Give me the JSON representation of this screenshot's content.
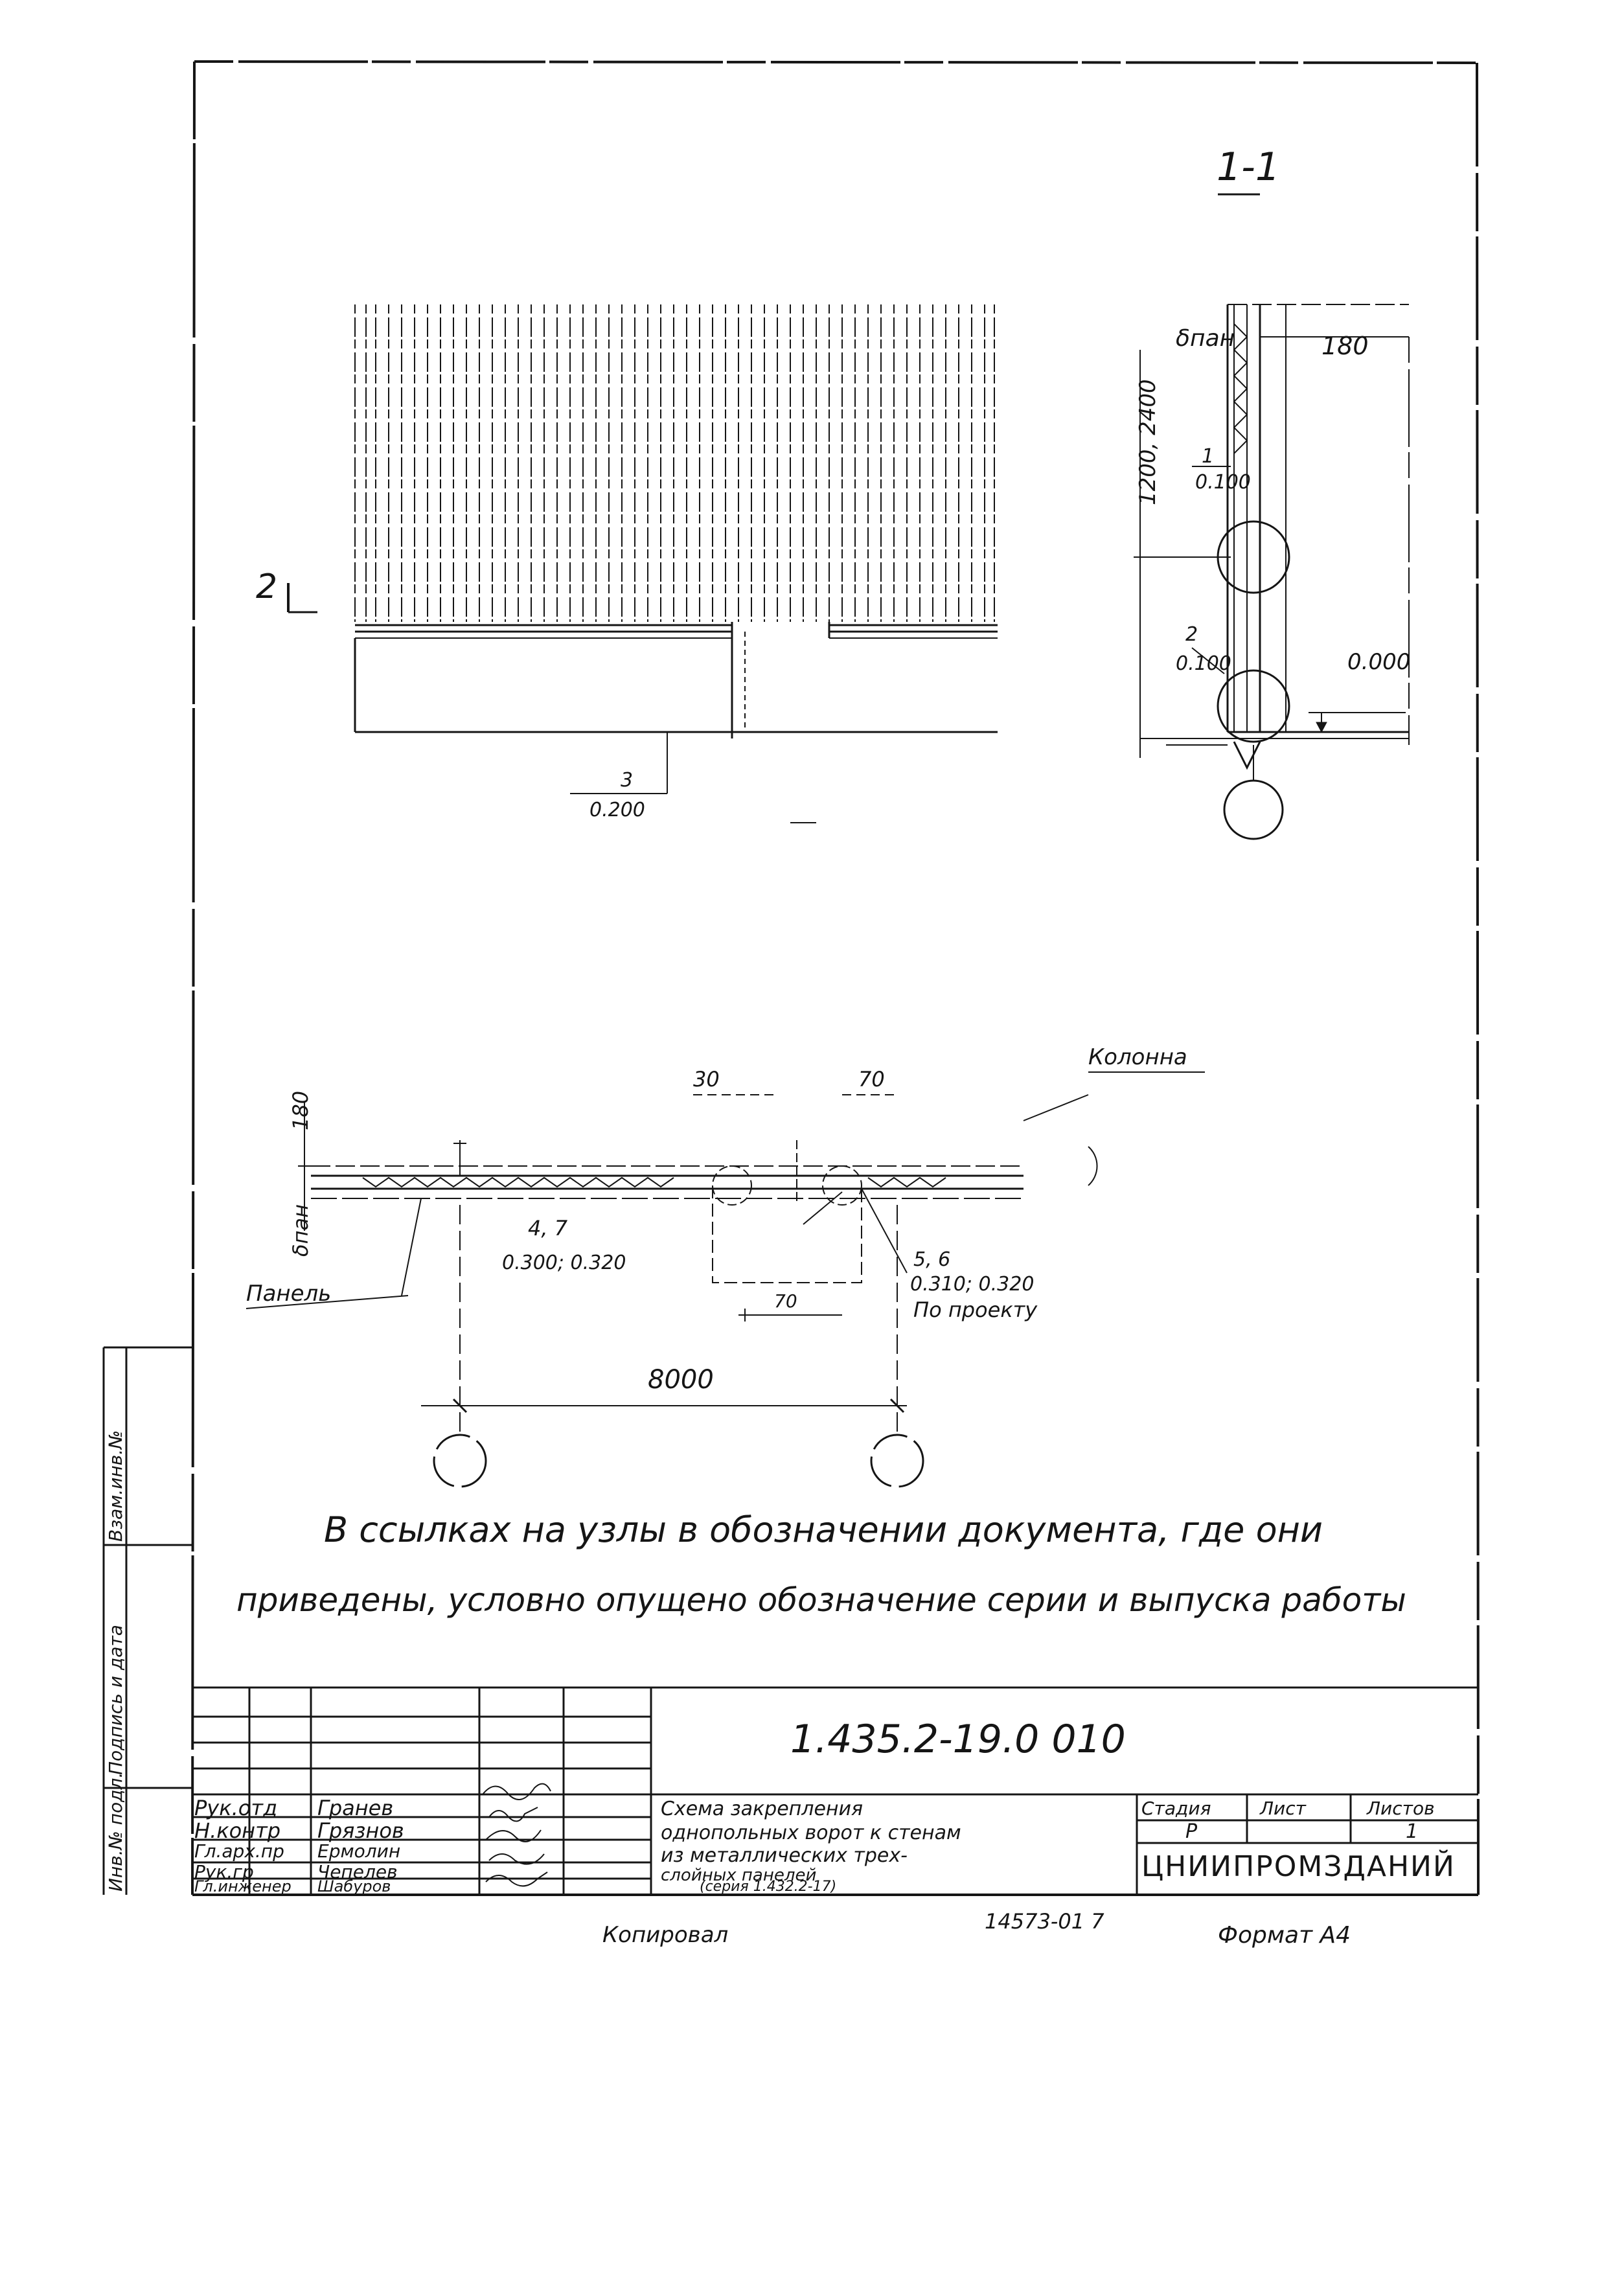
{
  "section_label": "1-1",
  "section_ref_2": "2",
  "elevation": {
    "callout_num": "3",
    "callout_sheet": "0.200"
  },
  "section_detail": {
    "panel_thickness": "δпан",
    "dim_180": "180",
    "dim_2400": "1200, 2400",
    "callout1_num": "1",
    "callout1_sheet": "0.100",
    "callout2_num": "2",
    "callout2_sheet": "0.100",
    "level_zero": "0.000"
  },
  "plan_detail": {
    "dim_180": "180",
    "panel_thickness": "δпан",
    "label_30": "30",
    "label_70": "70",
    "column_label": "Колонна",
    "callout_a_num": "4, 7",
    "callout_a_sheet": "0.300; 0.320",
    "callout_b_num": "5, 6",
    "callout_b_sheet": "0.310; 0.320",
    "by_project": "По проекту",
    "panel_label": "Панель",
    "dim_70": "70",
    "span_8000": "8000"
  },
  "note_line_1": "В ссылках на узлы в обозначении документа, где они",
  "note_line_2": "приведены, условно опущено обозначение серии и выпуска работы",
  "title_block": {
    "doc_code": "1.435.2-19.0 010",
    "roles": [
      "Рук.отд",
      "Н.контр",
      "Гл.арх.пр",
      "Рук.гр",
      "Гл.инженер"
    ],
    "names": [
      "Гранев",
      "Грязнов",
      "Ермолин",
      "Чепелев",
      "Шабуров"
    ],
    "title_lines": [
      "Схема закрепления",
      "однопольных ворот к стенам",
      "из металлических трех-",
      "слойных панелей",
      "(серия 1.432.2-17)"
    ],
    "stage_header": "Стадия",
    "sheet_header": "Лист",
    "sheets_header": "Листов",
    "stage": "Р",
    "sheets": "1",
    "organization": "ЦНИИПРОМЗДАНИЙ"
  },
  "left_stamp": [
    "Инв.№ подл.",
    "Подпись и дата",
    "Взам.инв.№"
  ],
  "bottom": {
    "copied_by": "Копировал",
    "order_no": "14573-01 7",
    "format": "Формат А4"
  },
  "colors": {
    "ink": "#151515",
    "paper": "#ffffff"
  }
}
